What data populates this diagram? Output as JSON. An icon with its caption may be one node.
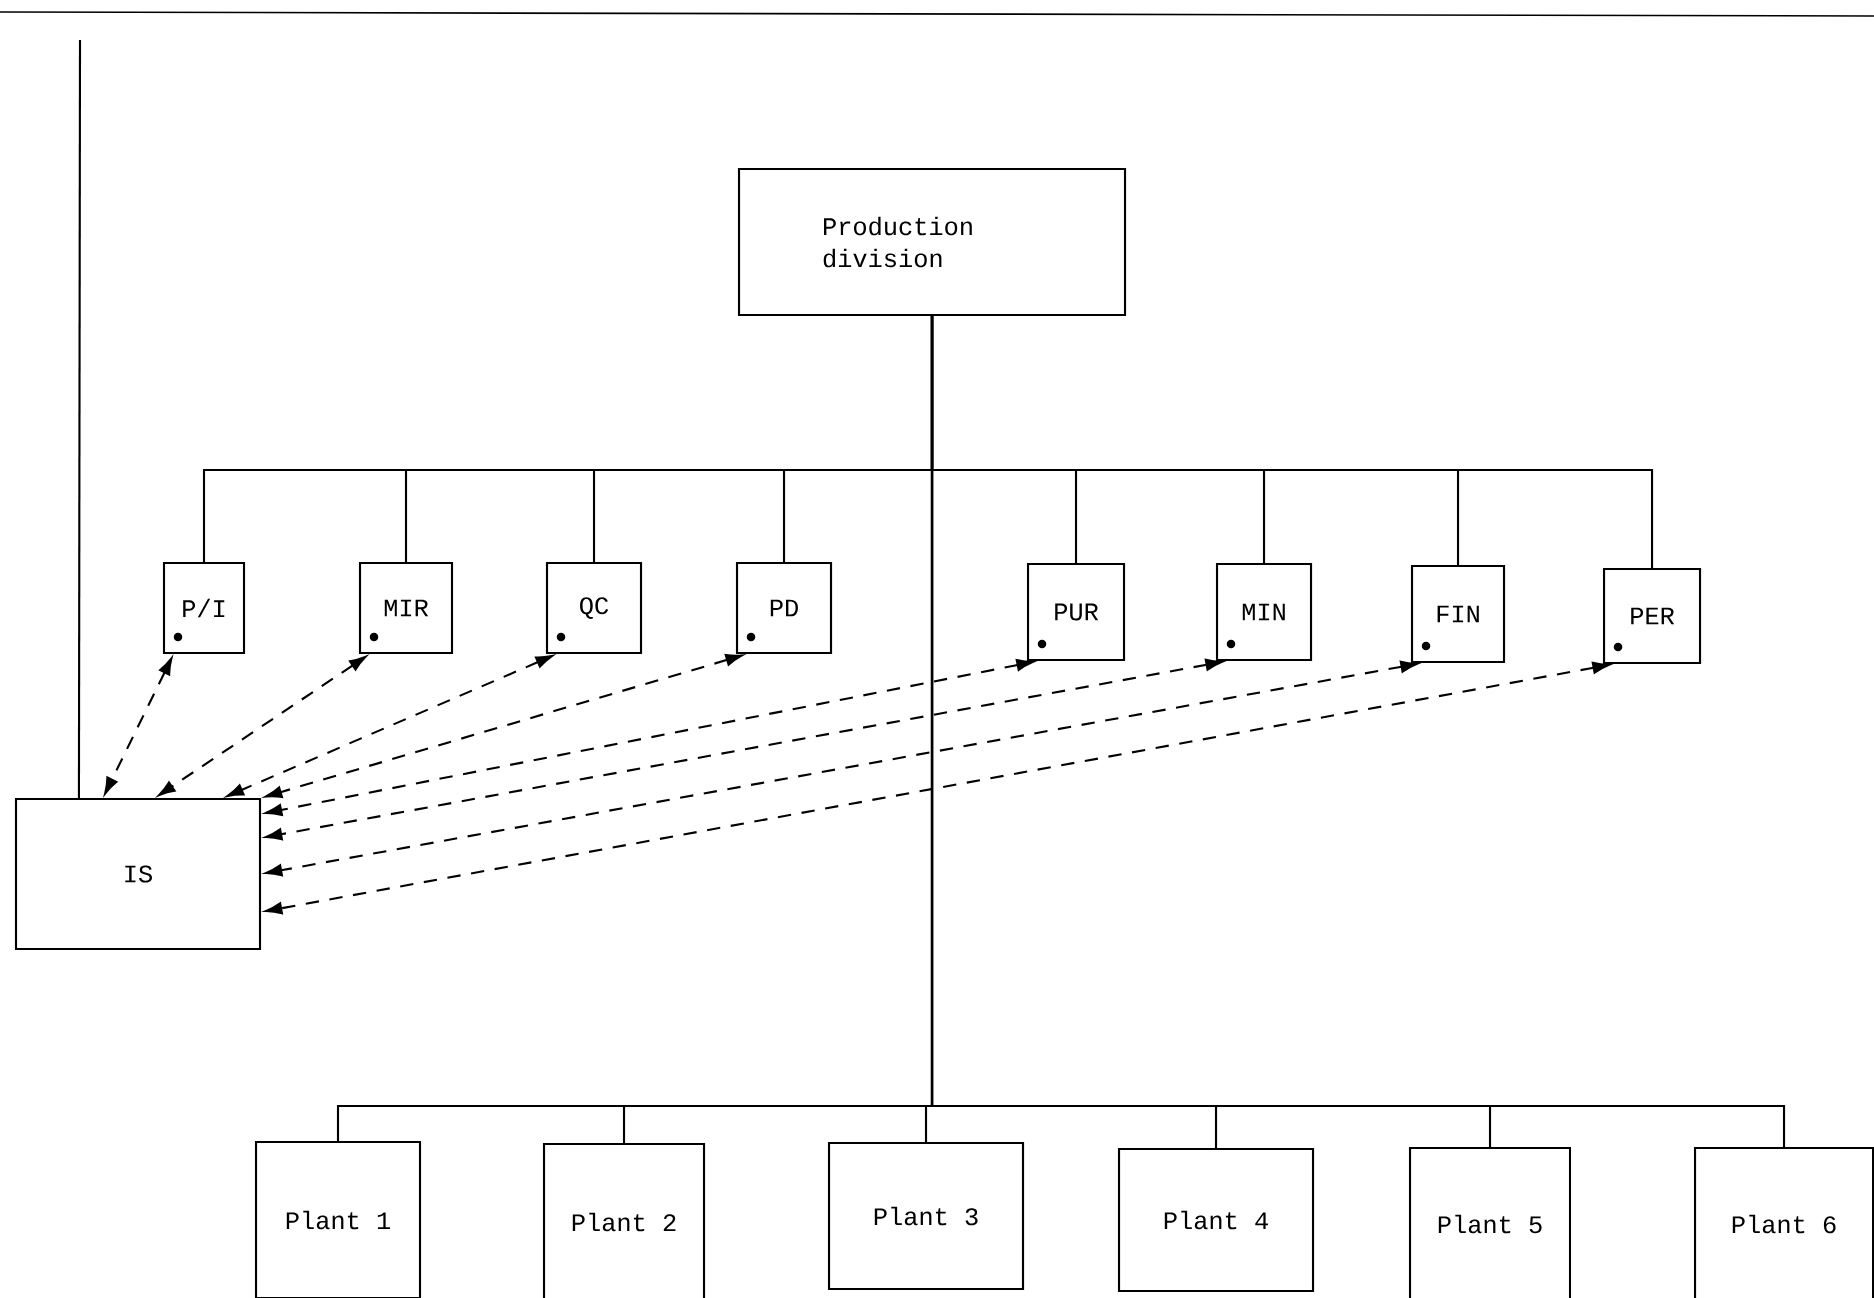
{
  "diagram": {
    "nodes": [
      {
        "text": [
          "Production division"
        ]
      },
      {
        "text": [
          "P/I"
        ]
      },
      {
        "text": [
          "MIR"
        ]
      },
      {
        "text": [
          "QC"
        ]
      },
      {
        "text": [
          "PD"
        ]
      },
      {
        "text": [
          "PUR"
        ]
      },
      {
        "text": [
          "MIN"
        ]
      },
      {
        "text": [
          "FIN"
        ]
      },
      {
        "text": [
          "PER"
        ]
      },
      {
        "text": [
          "IS"
        ]
      },
      {
        "text": [
          "Plant 1"
        ]
      },
      {
        "text": [
          "Plant 2"
        ]
      },
      {
        "text": [
          "Plant 3"
        ]
      },
      {
        "text": [
          "Plant 4"
        ]
      },
      {
        "text": [
          "Plant 5"
        ]
      },
      {
        "text": [
          "Plant 6"
        ]
      }
    ],
    "edges": [
      {
        "from": 0,
        "to": 1,
        "arrow": "none"
      },
      {
        "from": 0,
        "to": 2,
        "arrow": "none"
      },
      {
        "from": 0,
        "to": 3,
        "arrow": "none"
      },
      {
        "from": 0,
        "to": 4,
        "arrow": "none"
      },
      {
        "from": 0,
        "to": 5,
        "arrow": "none"
      },
      {
        "from": 0,
        "to": 6,
        "arrow": "none"
      },
      {
        "from": 0,
        "to": 7,
        "arrow": "none"
      },
      {
        "from": 0,
        "to": 8,
        "arrow": "none"
      },
      {
        "from": 0,
        "to": 10,
        "arrow": "none"
      },
      {
        "from": 0,
        "to": 11,
        "arrow": "none"
      },
      {
        "from": 0,
        "to": 12,
        "arrow": "none"
      },
      {
        "from": 0,
        "to": 13,
        "arrow": "none"
      },
      {
        "from": 0,
        "to": 14,
        "arrow": "none"
      },
      {
        "from": 0,
        "to": 15,
        "arrow": "none"
      },
      {
        "from": 1,
        "to": 9,
        "arrow": "both",
        "style": "dashed"
      },
      {
        "from": 2,
        "to": 9,
        "arrow": "both",
        "style": "dashed"
      },
      {
        "from": 3,
        "to": 9,
        "arrow": "both",
        "style": "dashed"
      },
      {
        "from": 4,
        "to": 9,
        "arrow": "both",
        "style": "dashed"
      },
      {
        "from": 5,
        "to": 9,
        "arrow": "both",
        "style": "dashed"
      },
      {
        "from": 6,
        "to": 9,
        "arrow": "both",
        "style": "dashed"
      },
      {
        "from": 7,
        "to": 9,
        "arrow": "both",
        "style": "dashed"
      },
      {
        "from": 8,
        "to": 9,
        "arrow": "both",
        "style": "dashed"
      },
      {
        "from": null,
        "to": 9,
        "arrow": "none"
      }
    ]
  }
}
